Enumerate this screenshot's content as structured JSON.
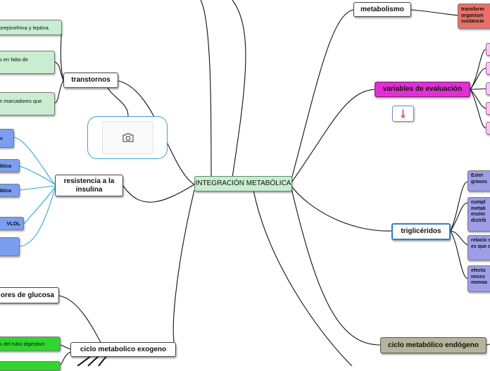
{
  "center": {
    "label": "INTEGRACIÓN METABÓLICA"
  },
  "left": {
    "transtornos": {
      "label": "transtornos",
      "leaves": [
        "orepinefrina y leptina.",
        "s en falta de",
        "e marcadores que"
      ]
    },
    "resistencia": {
      "label": "resistencia a la insulina",
      "leaves": [
        "n",
        "ática",
        "ática",
        "VLDL",
        ""
      ]
    },
    "glucosa": {
      "label": "ores de glucosa"
    },
    "exogeno": {
      "label": "ciclo metabolico exogeno",
      "leaves": [
        "s del tubo digestivo",
        ""
      ]
    }
  },
  "right": {
    "metabolismo": {
      "label": "metabolismo",
      "leaves": [
        "transform organism sustancia"
      ]
    },
    "variables": {
      "label": "variables de evaluación",
      "pink_leaf_count": 5,
      "icon": "thermometer-icon"
    },
    "trigliceridos": {
      "label": "triglicéridos",
      "leaves": [
        "Ester grasos",
        "cumpl metab enzim distrib",
        "relacio ser es que de",
        "efecto neces monoa"
      ]
    },
    "endogeno": {
      "label": "ciclo metabólico endógeno"
    }
  },
  "image_placeholder": {
    "icon": "camera-icon"
  },
  "colors": {
    "center_fill": "#c9edd1",
    "magenta": "#e12fd3",
    "purple_leaf": "#9d9de8",
    "blue_leaf": "#7b9ef0",
    "lime_leaf": "#2fd62f",
    "red_leaf": "#eb6f66",
    "olive": "#b4b49c",
    "link_blue": "#2aa6dc"
  }
}
